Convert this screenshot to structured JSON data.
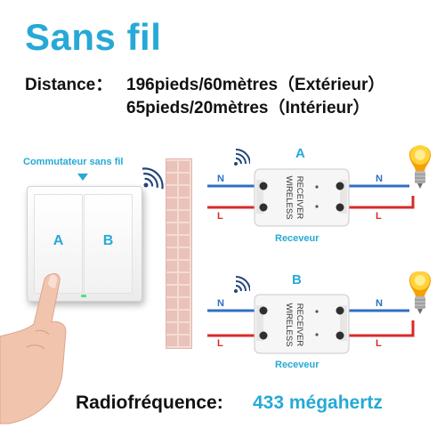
{
  "title": "Sans fil",
  "specs": {
    "distance_label": "Distance：",
    "outdoor": "196pieds/60mètres（Extérieur）",
    "indoor": "65pieds/20mètres（Intérieur）"
  },
  "switch": {
    "caption": "Commutateur sans fil",
    "button_a": "A",
    "button_b": "B"
  },
  "receivers": [
    {
      "letter": "A",
      "module_text_1": "WIRELESS",
      "module_text_2": "RECEIVER",
      "label": "Receveur",
      "in_n": "N",
      "in_l": "L",
      "out_n": "N",
      "out_l": "L"
    },
    {
      "letter": "B",
      "module_text_1": "WIRELESS",
      "module_text_2": "RECEIVER",
      "label": "Receveur",
      "in_n": "N",
      "in_l": "L",
      "out_n": "N",
      "out_l": "L"
    }
  ],
  "radio": {
    "label": "Radiofréquence:",
    "value": "433 mégahertz"
  },
  "colors": {
    "accent": "#26a9d6",
    "neutral_wire": "#2f6fc4",
    "live_wire": "#d92a2a"
  }
}
